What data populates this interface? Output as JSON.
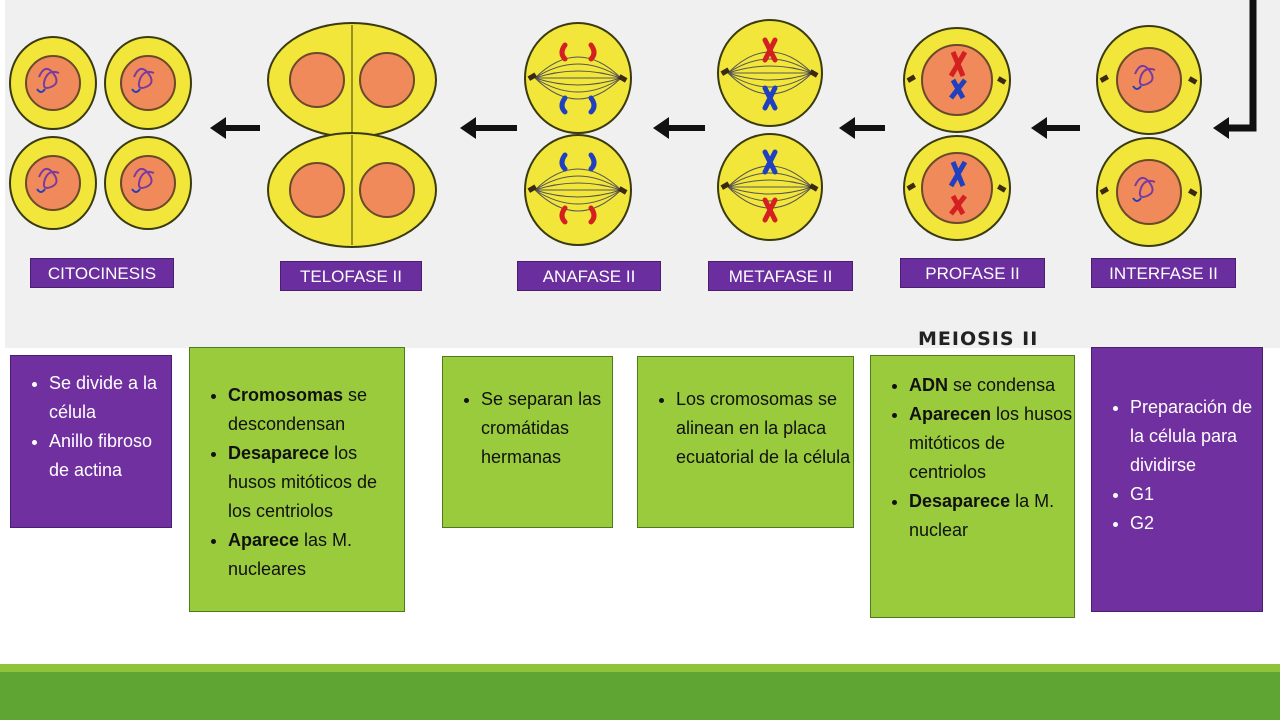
{
  "title": "MEIOSIS II",
  "stages": [
    {
      "id": "citocinesis",
      "label": "CITOCINESIS"
    },
    {
      "id": "telofase",
      "label": "TELOFASE II"
    },
    {
      "id": "anafase",
      "label": "ANAFASE II"
    },
    {
      "id": "metafase",
      "label": "METAFASE II"
    },
    {
      "id": "profase",
      "label": "PROFASE II"
    },
    {
      "id": "interfase",
      "label": "INTERFASE II"
    }
  ],
  "notes": {
    "citocinesis": [
      {
        "bold": "",
        "text": "Se divide a la célula"
      },
      {
        "bold": "",
        "text": "Anillo fibroso de actina"
      }
    ],
    "telofase": [
      {
        "bold": "Cromosomas",
        "text": " se descondensan"
      },
      {
        "bold": "Desaparece",
        "text": " los husos mitóticos de los centriolos"
      },
      {
        "bold": "Aparece",
        "text": " las M. nucleares"
      }
    ],
    "anafase": [
      {
        "bold": "",
        "text": "Se separan las cromátidas hermanas"
      }
    ],
    "metafase": [
      {
        "bold": "",
        "text": "Los cromosomas se alinean en la placa ecuatorial de la célula"
      }
    ],
    "profase": [
      {
        "bold": "ADN",
        "text": " se condensa"
      },
      {
        "bold": "Aparecen",
        "text": " los husos mitóticos de centriolos"
      },
      {
        "bold": "Desaparece",
        "text": " la M. nuclear"
      }
    ],
    "interfase": [
      {
        "bold": "",
        "text": "Preparación de la célula para dividirse"
      },
      {
        "bold": "",
        "text": "G1"
      },
      {
        "bold": "",
        "text": "G2"
      }
    ]
  },
  "colors": {
    "cell": "#f2e63a",
    "nucleus": "#f08a5a",
    "purple_box": "#7030a0",
    "green_box": "#9acb3c",
    "chromosome_red": "#d42020",
    "chromosome_blue": "#2040c0",
    "arrow": "#111111"
  }
}
